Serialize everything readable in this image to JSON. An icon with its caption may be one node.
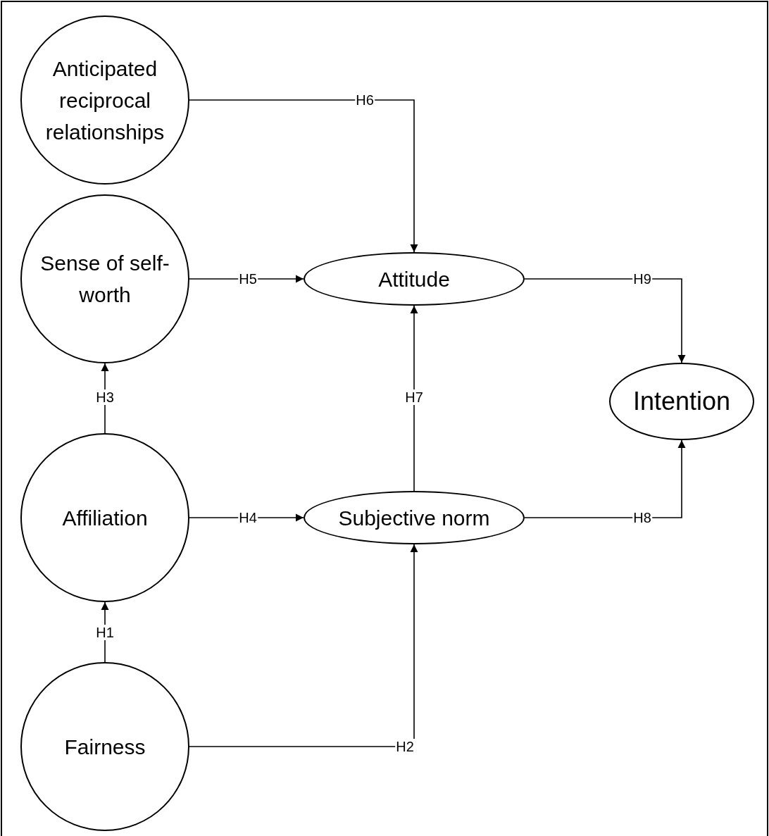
{
  "diagram": {
    "nodes": [
      {
        "text": [
          "Anticipated reciprocal relationships"
        ]
      },
      {
        "text": [
          "Sense of self-worth"
        ]
      },
      {
        "text": [
          "Attitude"
        ]
      },
      {
        "text": [
          "Intention"
        ]
      },
      {
        "text": [
          "Affiliation"
        ]
      },
      {
        "text": [
          "Subjective norm"
        ]
      },
      {
        "text": [
          "Fairness"
        ]
      }
    ],
    "edges": [
      {
        "from": 0,
        "to": 2,
        "arrow": "to",
        "label": "H6"
      },
      {
        "from": 1,
        "to": 2,
        "arrow": "to",
        "label": "H5"
      },
      {
        "from": 4,
        "to": 1,
        "arrow": "to",
        "label": "H3"
      },
      {
        "from": 4,
        "to": 5,
        "arrow": "to",
        "label": "H4"
      },
      {
        "from": 6,
        "to": 4,
        "arrow": "to",
        "label": "H1"
      },
      {
        "from": 6,
        "to": 5,
        "arrow": "to",
        "label": "H2"
      },
      {
        "from": 5,
        "to": 2,
        "arrow": "to",
        "label": "H7"
      },
      {
        "from": 2,
        "to": 3,
        "arrow": "to",
        "label": "H9"
      },
      {
        "from": 5,
        "to": 3,
        "arrow": "to",
        "label": "H8"
      }
    ]
  }
}
